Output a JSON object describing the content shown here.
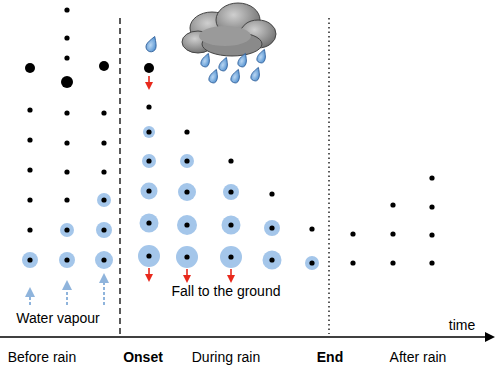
{
  "diagram": {
    "labels": [
      "Water vapour",
      "Fall to the ground",
      "time",
      "Before rain",
      "Onset",
      "During rain",
      "End",
      "After rain"
    ]
  }
}
